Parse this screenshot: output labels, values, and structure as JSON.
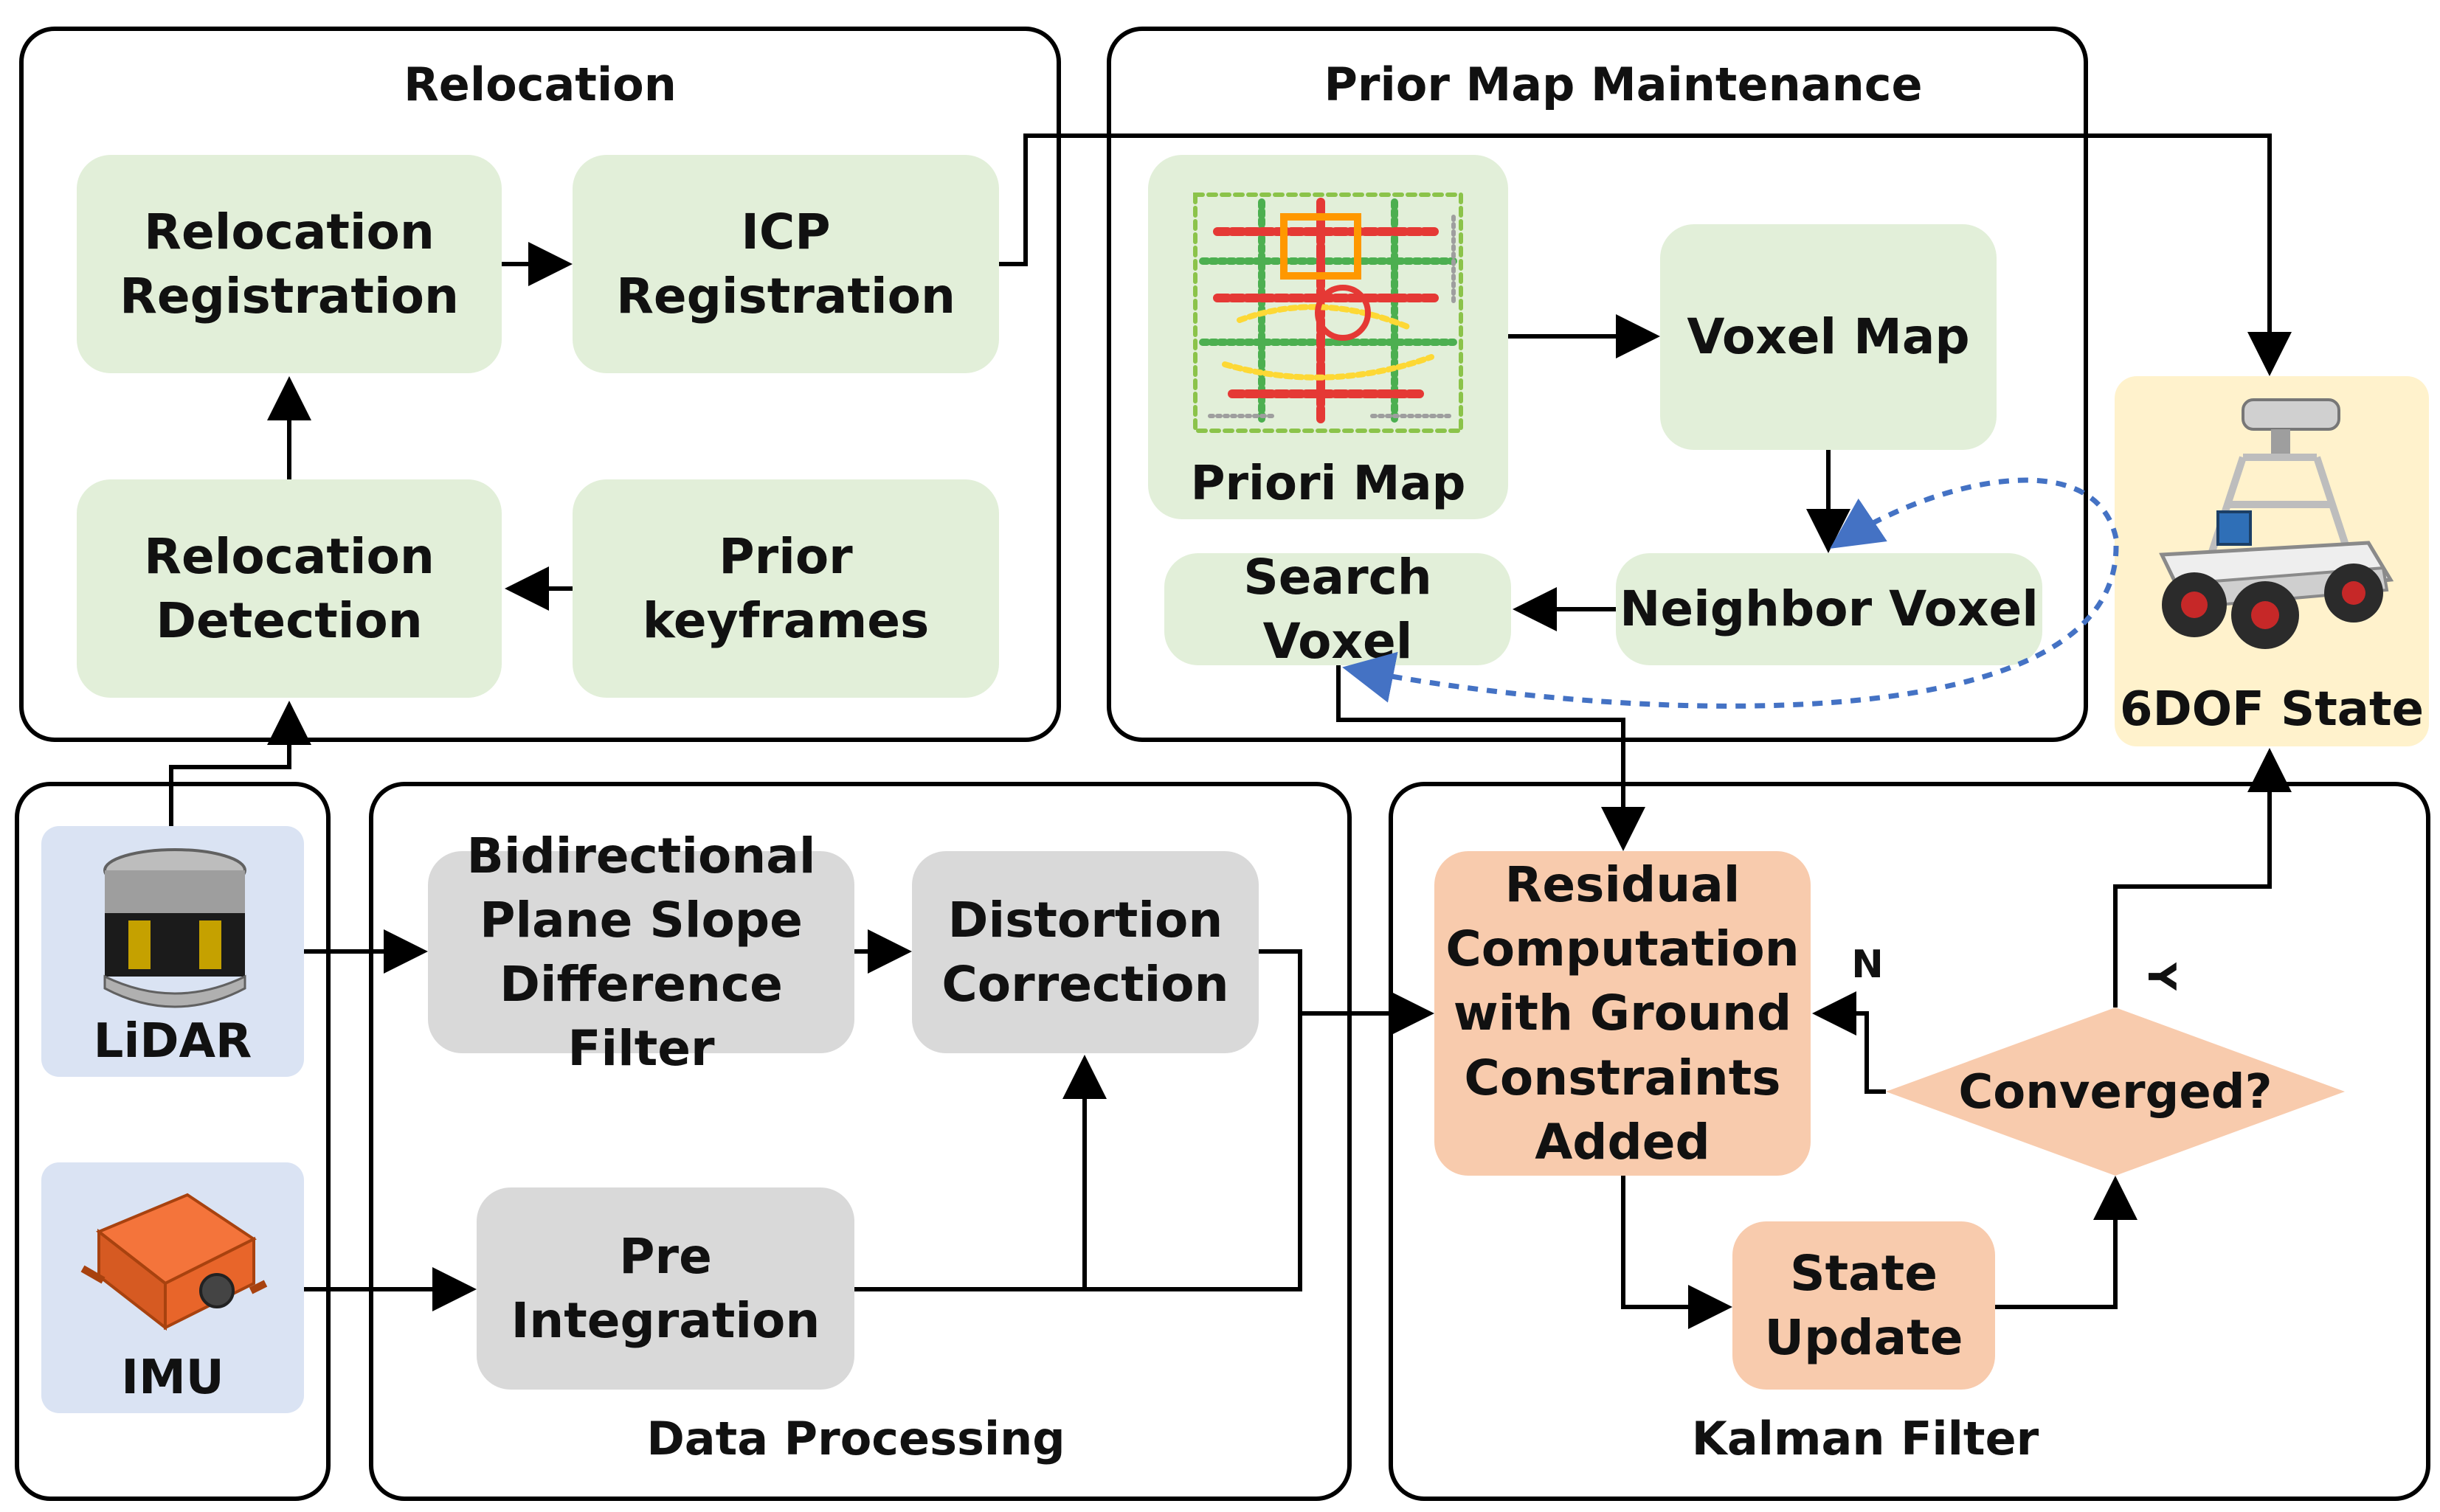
{
  "groups": {
    "relocation": "Relocation",
    "prior_map_maintenance": "Prior Map Maintenance",
    "data_processing": "Data Processing",
    "kalman_filter": "Kalman Filter"
  },
  "nodes": {
    "relocation_registration": "Relocation\nRegistration",
    "icp_registration": "ICP Registration",
    "relocation_detection": "Relocation\nDetection",
    "prior_keyframes": "Prior keyframes",
    "priori_map": "Priori Map",
    "voxel_map": "Voxel Map",
    "search_voxel": "Search Voxel",
    "neighbor_voxel": "Neighbor Voxel",
    "state_6dof": "6DOF State",
    "lidar": "LiDAR",
    "imu": "IMU",
    "bidirectional_filter": "Bidirectional\nPlane Slope\nDifference Filter",
    "distortion_correction": "Distortion\nCorrection",
    "pre_integration": "Pre Integration",
    "residual_computation": "Residual\nComputation\nwith Ground\nConstraints\nAdded",
    "converged": "Converged?",
    "state_update": "State\nUpdate"
  },
  "edge_labels": {
    "no": "N",
    "yes": "Y"
  },
  "colors": {
    "green": "#e2efd9",
    "gray": "#d9d9d9",
    "orange": "#f8cbad",
    "blue": "#dae3f3",
    "cream": "#fff2cc",
    "dashed_arrow": "#4472c4"
  },
  "icons": {
    "lidar": "lidar-sensor-icon",
    "imu": "imu-sensor-icon",
    "robot": "robot-vehicle-icon",
    "map": "point-cloud-map-icon"
  }
}
